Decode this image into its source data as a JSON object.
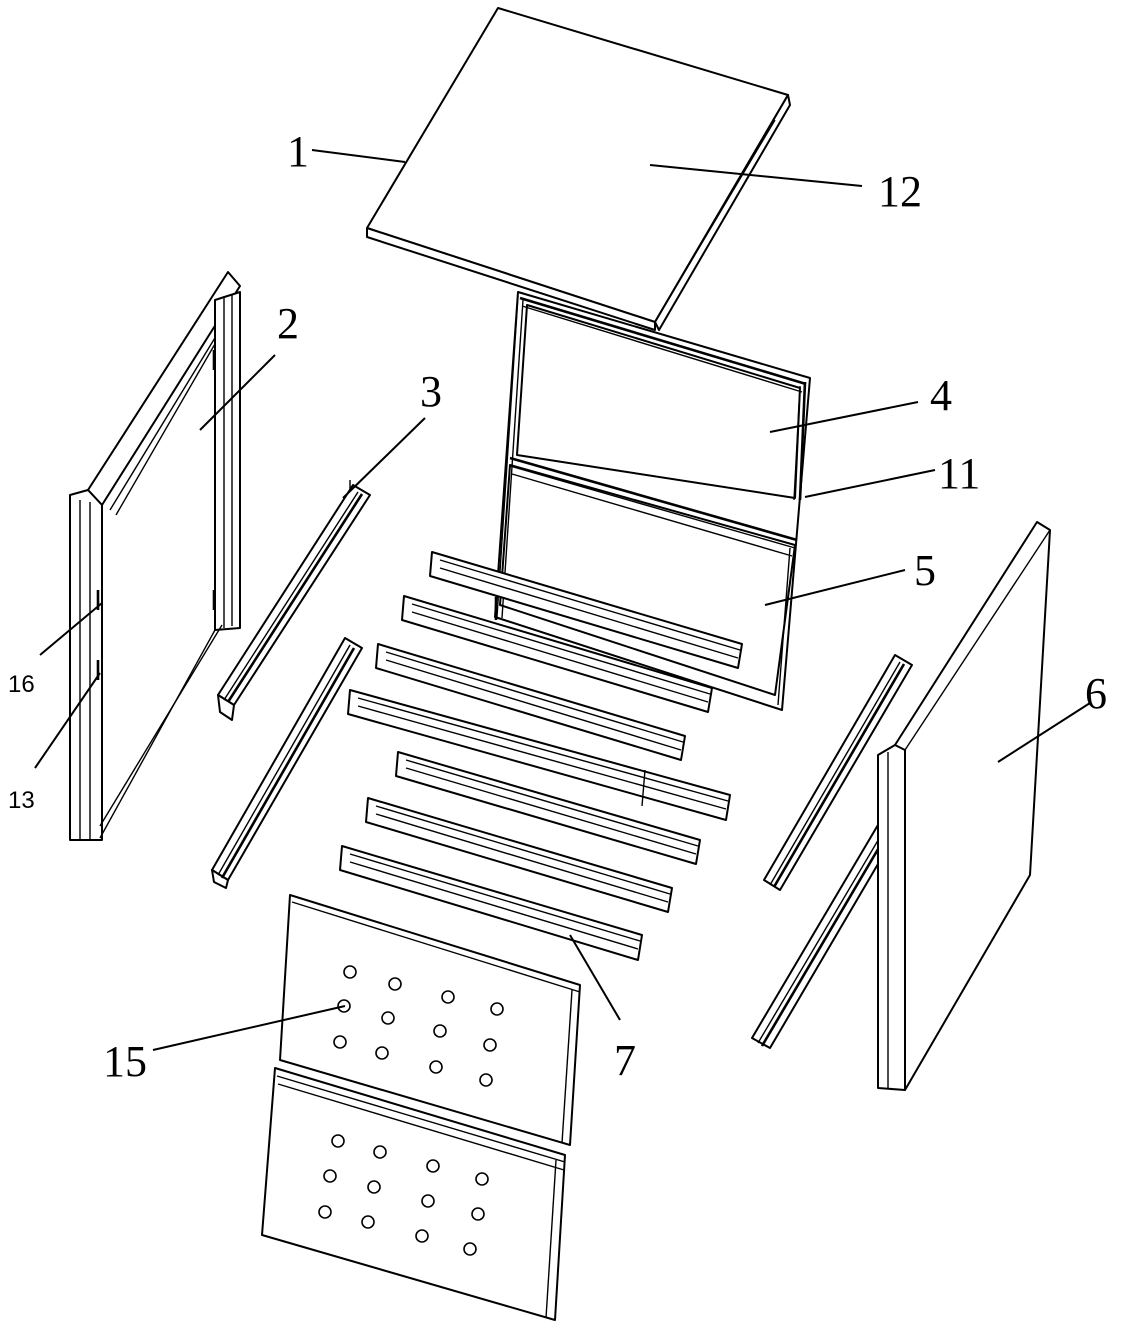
{
  "diagram": {
    "labels": {
      "l1": "1",
      "l12": "12",
      "l2": "2",
      "l3": "3",
      "l4": "4",
      "l11": "11",
      "l5": "5",
      "l6": "6",
      "l16": "16",
      "l13": "13",
      "l15": "15",
      "l7": "7"
    }
  }
}
